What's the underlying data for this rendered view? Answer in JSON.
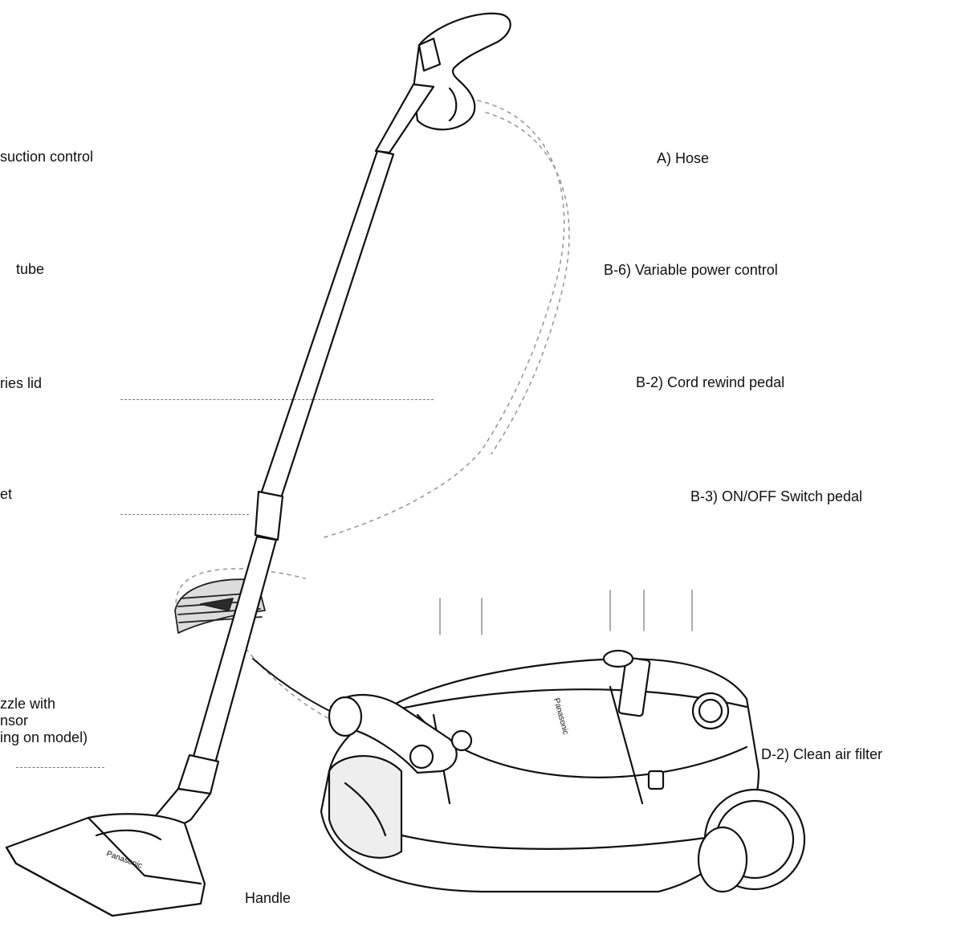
{
  "labels": {
    "left_suction_control": "suction control",
    "left_tube": "tube",
    "left_accessories_lid": "ries lid",
    "left_socket": "et",
    "left_nozzle": "zzle with\nnsor\ning on model)",
    "hose": "A) Hose",
    "variable_power": "B-6) Variable power control",
    "cord_rewind": "B-2) Cord rewind pedal",
    "on_off_switch": "B-3) ON/OFF Switch pedal",
    "clean_air_filter": "D-2) Clean air filter",
    "handle": "Handle"
  },
  "colors": {
    "ink": "#111111",
    "leader": "#777777",
    "body_fill": "#ffffff"
  }
}
